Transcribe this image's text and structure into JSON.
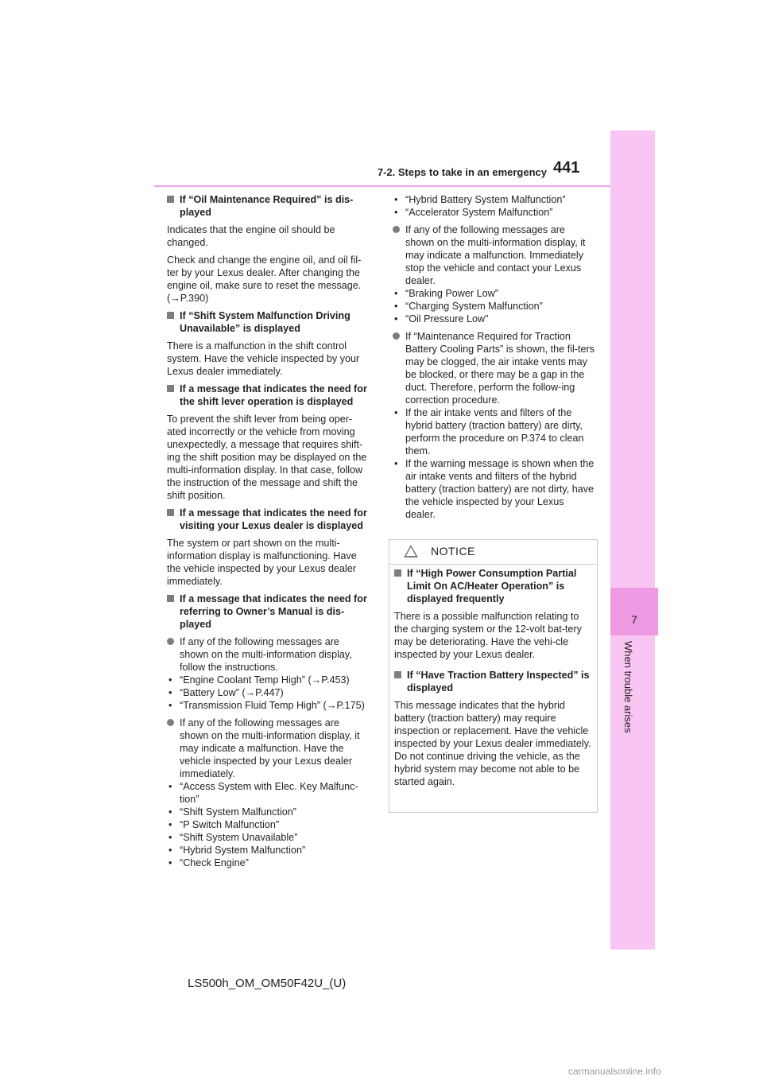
{
  "header": {
    "section": "7-2. Steps to take in an emergency",
    "page_number": "441"
  },
  "side_tab": {
    "chapter_number": "7",
    "chapter_label": "When trouble arises"
  },
  "left_column": {
    "oil_heading": "If “Oil Maintenance Required” is dis-played",
    "oil_p1": "Indicates that the engine oil should be changed.",
    "oil_p2": "Check and change the engine oil, and oil fil-ter by your Lexus dealer. After changing the engine oil, make sure to reset the message. (→P.390)",
    "shift_heading": "If “Shift System Malfunction Driving Unavailable” is displayed",
    "shift_p1": "There is a malfunction in the shift control system. Have the vehicle inspected by your Lexus dealer immediately.",
    "lever_heading": "If a message that indicates the need for the shift lever operation is displayed",
    "lever_p1": "To prevent the shift lever from being oper-ated incorrectly or the vehicle from moving unexpectedly, a message that requires shift-ing the shift position may be displayed on the multi-information display. In that case, follow the instruction of the message and shift the shift position.",
    "visit_heading": "If a message that indicates the need for visiting your Lexus dealer is displayed",
    "visit_p1": "The system or part shown on the multi-information display is malfunctioning. Have the vehicle inspected by your Lexus dealer immediately.",
    "manual_heading": "If a message that indicates the need for referring to Owner’s Manual is dis-played",
    "bullet1": "If any of the following messages are shown on the multi-information display, follow the instructions.",
    "bullet1_items": [
      "“Engine Coolant Temp High” (→P.453)",
      "“Battery Low” (→P.447)",
      "“Transmission Fluid Temp High” (→P.175)"
    ],
    "bullet2": "If any of the following messages are shown on the multi-information display, it may indicate a malfunction. Have the vehicle inspected by your Lexus dealer immediately.",
    "bullet2_items": [
      "“Access System with Elec. Key Malfunc-tion”",
      "“Shift System Malfunction”",
      "“P Switch Malfunction”",
      "“Shift System Unavailable”",
      "“Hybrid System Malfunction”",
      "“Check Engine”"
    ]
  },
  "right_column": {
    "top_items": [
      "“Hybrid Battery System Malfunction”",
      "“Accelerator System Malfunction”"
    ],
    "bullet3": "If any of the following messages are shown on the multi-information display, it may indicate a malfunction. Immediately stop the vehicle and contact your Lexus dealer.",
    "bullet3_items": [
      "“Braking Power Low”",
      "“Charging System Malfunction”",
      "“Oil Pressure Low”"
    ],
    "bullet4": "If “Maintenance Required for Traction Battery Cooling Parts” is shown, the fil-ters may be clogged, the air intake vents may be blocked, or there may be a gap in the duct. Therefore, perform the follow-ing correction procedure.",
    "bullet4_items": [
      "If the air intake vents and filters of the hybrid battery (traction battery) are dirty, perform the procedure on P.374 to clean them.",
      "If the warning message is shown when the air intake vents and filters of the hybrid battery (traction battery) are not dirty, have the vehicle inspected by your Lexus dealer."
    ]
  },
  "notice": {
    "title": "NOTICE",
    "heading1": "If “High Power Consumption Partial Limit On AC/Heater Operation” is displayed frequently",
    "p1": "There is a possible malfunction relating to the charging system or the 12-volt bat-tery may be deteriorating. Have the vehi-cle inspected by your Lexus dealer.",
    "heading2": "If “Have Traction Battery Inspected” is displayed",
    "p2": "This message indicates that the hybrid battery (traction battery) may require inspection or replacement. Have the vehicle inspected by your Lexus dealer immediately.",
    "p3": "Do not continue driving the vehicle, as the hybrid system may become not able to be started again."
  },
  "footer": {
    "manual_code": "LS500h_OM_OM50F42U_(U)"
  },
  "watermark": "carmanualsonline.info",
  "colors": {
    "accent_pink": "#f2a2e8",
    "tab_light": "#f9c6f3",
    "tab_dark": "#ef99e3",
    "bullet_gray": "#7d7d7d"
  },
  "icons": [
    "square-bullet-icon",
    "circle-bullet-icon",
    "warning-triangle-icon"
  ]
}
